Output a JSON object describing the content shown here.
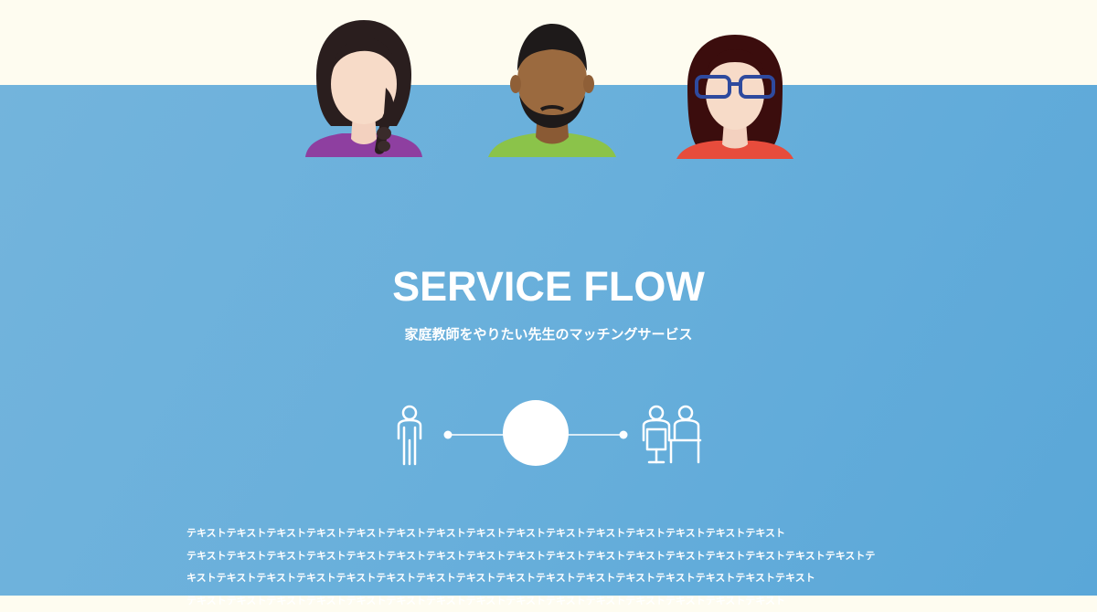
{
  "section": {
    "title": "SERVICE FLOW",
    "subtitle": "家庭教師をやりたい先生のマッチングサービス"
  },
  "body_lines": [
    "テキストテキストテキストテキストテキストテキストテキストテキストテキストテキストテキストテキストテキストテキストテキスト",
    "テキストテキストテキストテキストテキストテキストテキストテキストテキストテキストテキストテキストテキストテキストテキストテキストテキストテ",
    "キストテキストテキストテキストテキストテキストテキストテキストテキストテキストテキストテキストテキストテキストテキストテキスト",
    "テキストテキストテキストテキストテキストテキストテキストテキストテキストテキストテキストテキストテキストテキストテキスト"
  ],
  "colors": {
    "background_top": "#fefcf0",
    "section_blue": "#68afdb",
    "text": "#ffffff"
  },
  "icons": [
    "person-avatar-braid",
    "person-avatar-beard",
    "person-avatar-glasses",
    "single-person-icon",
    "matching-circle",
    "two-people-desk-icon"
  ]
}
